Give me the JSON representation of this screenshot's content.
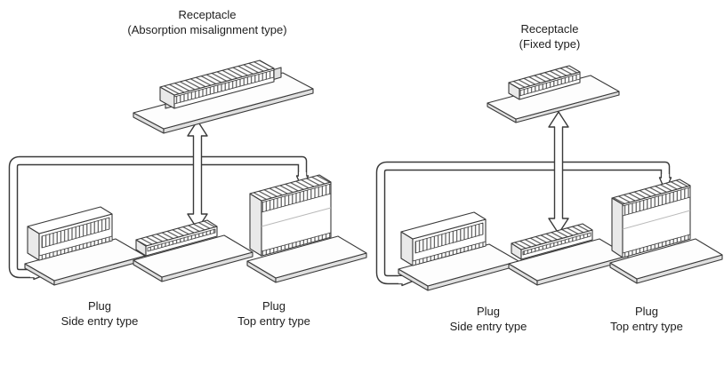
{
  "left": {
    "title_line1": "Receptacle",
    "title_line2": "(Absorption misalignment type)",
    "plug_side_line1": "Plug",
    "plug_side_line2": "Side entry type",
    "plug_top_line1": "Plug",
    "plug_top_line2": "Top entry type"
  },
  "right": {
    "title_line1": "Receptacle",
    "title_line2": "(Fixed type)",
    "plug_side_line1": "Plug",
    "plug_side_line2": "Side entry type",
    "plug_top_line1": "Plug",
    "plug_top_line2": "Top entry type"
  },
  "icons": {
    "mating_arrow": "double-headed-vertical-arrow",
    "routing_arrow": "hollow-elbow-arrow"
  },
  "colors": {
    "line": "#3a3a3a",
    "board_fill": "#fdfdfd",
    "board_edge_fill": "#e0e0e0",
    "side_shade": "#e9e9e9",
    "pin_stroke": "#4a4a4a"
  }
}
